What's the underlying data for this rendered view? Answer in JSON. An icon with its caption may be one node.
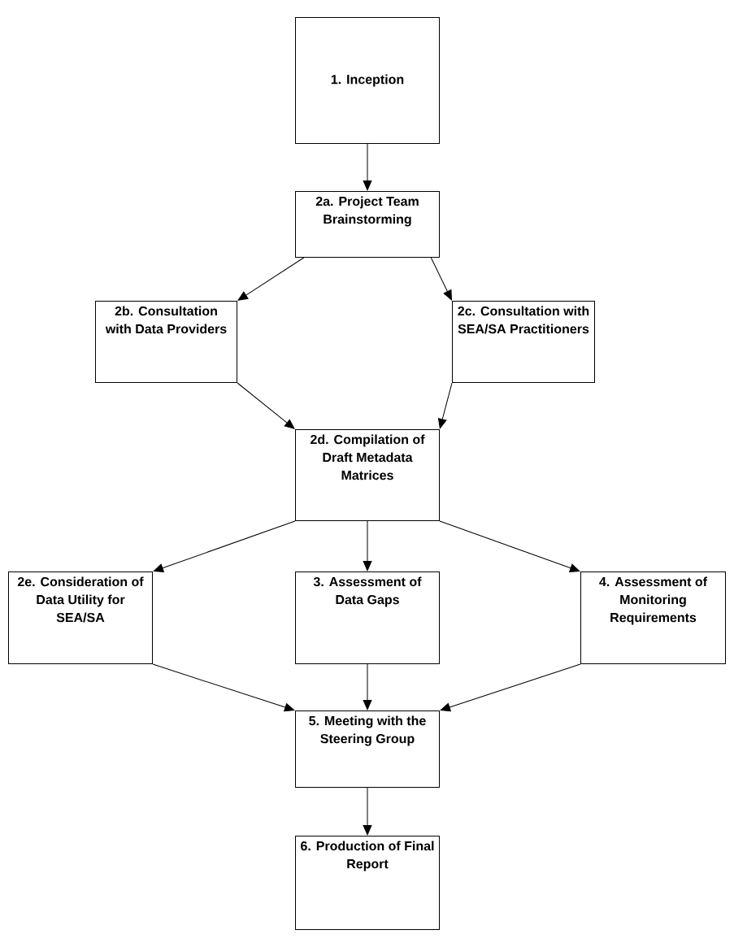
{
  "diagram": {
    "nodes": [
      {
        "text": [
          "1. Inception"
        ]
      },
      {
        "text": [
          "2a. Project Team Brainstorming"
        ]
      },
      {
        "text": [
          "2b. Consultation with Data Providers"
        ]
      },
      {
        "text": [
          "2c. Consultation with SEA/SA Practitioners"
        ]
      },
      {
        "text": [
          "2d. Compilation of Draft Metadata Matrices"
        ]
      },
      {
        "text": [
          "2e. Consideration of Data Utility for SEA/SA"
        ]
      },
      {
        "text": [
          "3. Assessment of Data Gaps"
        ]
      },
      {
        "text": [
          "4. Assessment of Monitoring Requirements"
        ]
      },
      {
        "text": [
          "5. Meeting with the Steering Group"
        ]
      },
      {
        "text": [
          "6. Production of Final Report"
        ]
      }
    ],
    "edges": [
      {
        "from": 0,
        "to": 1,
        "arrow": "to"
      },
      {
        "from": 1,
        "to": 2,
        "arrow": "to"
      },
      {
        "from": 1,
        "to": 3,
        "arrow": "to"
      },
      {
        "from": 2,
        "to": 4,
        "arrow": "to"
      },
      {
        "from": 3,
        "to": 4,
        "arrow": "to"
      },
      {
        "from": 4,
        "to": 5,
        "arrow": "to"
      },
      {
        "from": 4,
        "to": 6,
        "arrow": "to"
      },
      {
        "from": 4,
        "to": 7,
        "arrow": "to"
      },
      {
        "from": 5,
        "to": 8,
        "arrow": "to"
      },
      {
        "from": 6,
        "to": 8,
        "arrow": "to"
      },
      {
        "from": 7,
        "to": 8,
        "arrow": "to"
      },
      {
        "from": 8,
        "to": 9,
        "arrow": "to"
      }
    ]
  }
}
